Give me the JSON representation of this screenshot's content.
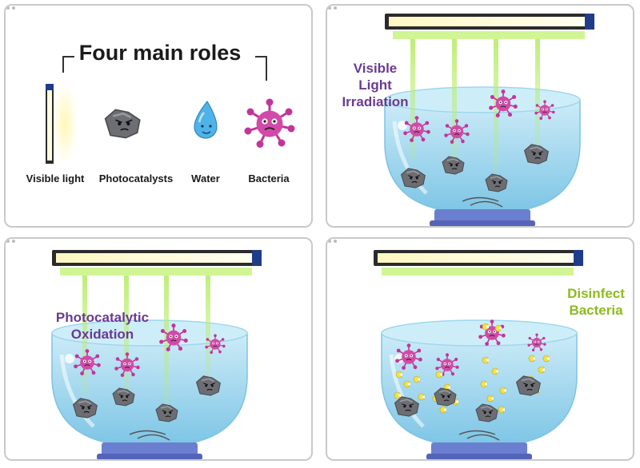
{
  "panel1": {
    "title": "Four main roles",
    "roles": [
      {
        "label": "Visible light",
        "icon": "light-tube-icon"
      },
      {
        "label": "Photocatalysts",
        "icon": "rock-icon"
      },
      {
        "label": "Water",
        "icon": "water-drop-icon"
      },
      {
        "label": "Bacteria",
        "icon": "bacteria-icon"
      }
    ]
  },
  "panel2": {
    "caption_lines": [
      "Visible",
      "Light",
      "Irradiation"
    ]
  },
  "panel3": {
    "caption_lines": [
      "Photocatalytic",
      "Oxidation"
    ]
  },
  "panel4": {
    "caption_lines": [
      "Disinfect",
      "Bacteria"
    ]
  },
  "colors": {
    "caption_purple": "#6b3a93",
    "caption_green": "#8dbb1e",
    "bacteria": "#c2359a",
    "water": "#a9dcf2",
    "lamp_glow": "#c5f27a",
    "rock": "#6d6e73"
  }
}
